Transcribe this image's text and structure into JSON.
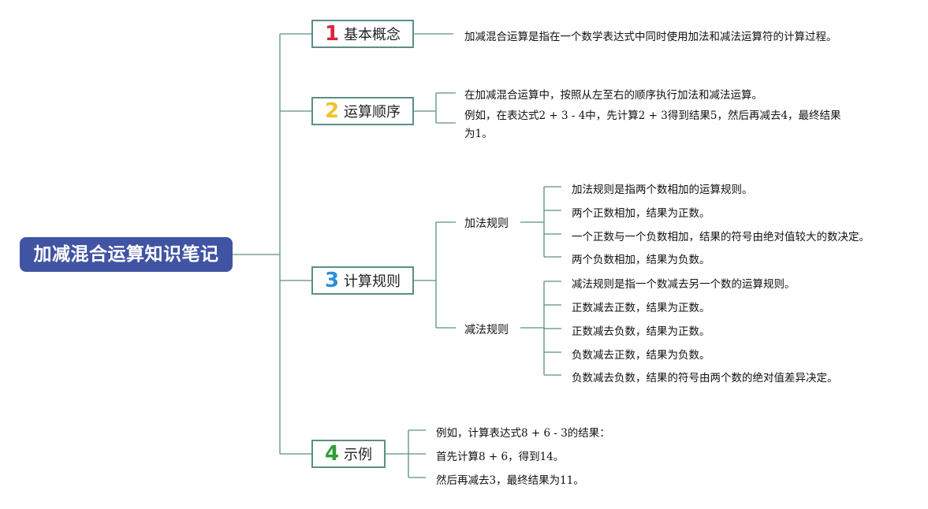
{
  "title": "加减混合运算知识笔记",
  "colors": {
    "root_bg": "#4153a3",
    "connector": "#5b8f83",
    "num1": "#d7263d",
    "num2": "#f2c12e",
    "num3": "#2a8fd8",
    "num4": "#2e9e3a"
  },
  "branches": [
    {
      "number": "1",
      "label": "基本概念",
      "details": [
        "加减混合运算是指在一个数学表达式中同时使用加法和减法运算符的计算过程。"
      ]
    },
    {
      "number": "2",
      "label": "运算顺序",
      "details": [
        "在加减混合运算中，按照从左至右的顺序执行加法和减法运算。",
        "例如，在表达式2 + 3 - 4中，先计算2 + 3得到结果5，然后再减去4，最终结果为1。"
      ]
    },
    {
      "number": "3",
      "label": "计算规则",
      "groups": [
        {
          "label": "加法规则",
          "items": [
            "加法规则是指两个数相加的运算规则。",
            "两个正数相加，结果为正数。",
            "一个正数与一个负数相加，结果的符号由绝对值较大的数决定。",
            "两个负数相加，结果为负数。"
          ]
        },
        {
          "label": "减法规则",
          "items": [
            "减法规则是指一个数减去另一个数的运算规则。",
            "正数减去正数，结果为正数。",
            "正数减去负数，结果为正数。",
            "负数减去正数，结果为负数。",
            "负数减去负数，结果的符号由两个数的绝对值差异决定。"
          ]
        }
      ]
    },
    {
      "number": "4",
      "label": "示例",
      "details": [
        "例如，计算表达式8 + 6 - 3的结果：",
        "首先计算8 + 6，得到14。",
        "然后再减去3，最终结果为11。"
      ]
    }
  ]
}
